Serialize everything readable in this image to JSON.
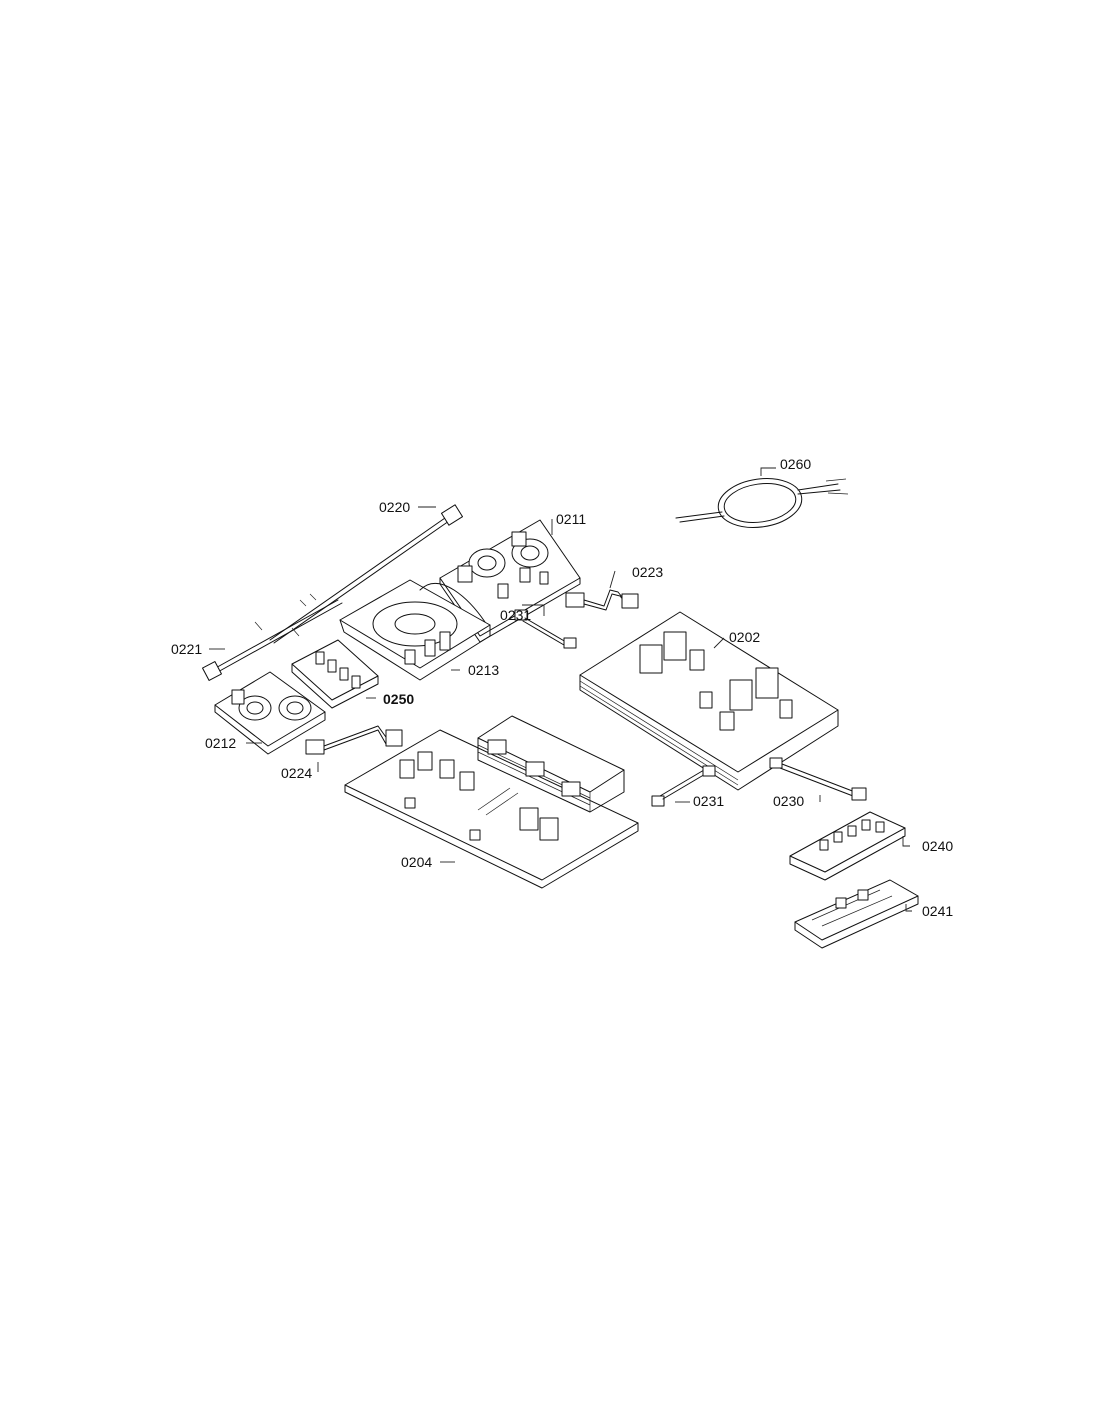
{
  "labels": {
    "p0260": "0260",
    "p0220": "0220",
    "p0211": "0211",
    "p0223": "0223",
    "p0231a": "0231",
    "p0202": "0202",
    "p0221": "0221",
    "p0213": "0213",
    "p0250": "0250",
    "p0212": "0212",
    "p0224": "0224",
    "p0231b": "0231",
    "p0230": "0230",
    "p0204": "0204",
    "p0240": "0240",
    "p0241": "0241"
  }
}
